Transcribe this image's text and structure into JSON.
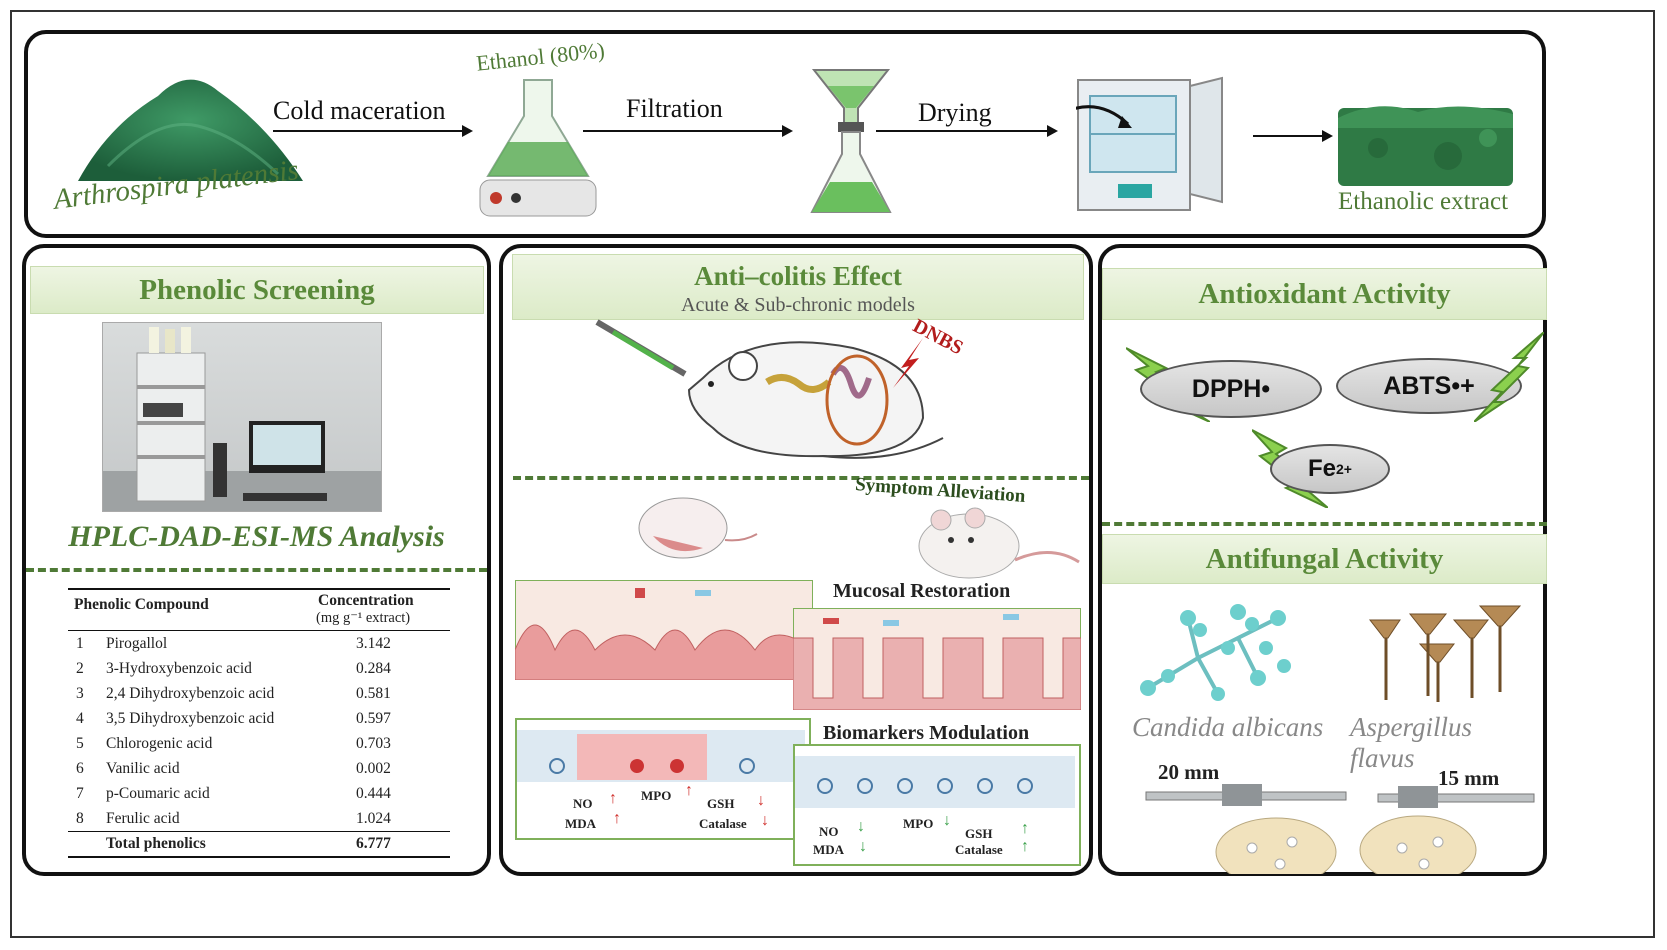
{
  "top": {
    "source_label": "Arthrospira platensis",
    "solvent_label": "Ethanol (80%)",
    "steps": [
      "Cold maceration",
      "Filtration",
      "Drying"
    ],
    "product_label": "Ethanolic extract"
  },
  "phenolic": {
    "title": "Phenolic Screening",
    "method": "HPLC-DAD-ESI-MS Analysis",
    "table": {
      "col1": "Phenolic Compound",
      "col2": "Concentration",
      "col2_unit": "(mg g⁻¹ extract)",
      "rows": [
        {
          "n": "1",
          "name": "Pirogallol",
          "value": "3.142"
        },
        {
          "n": "2",
          "name": "3-Hydroxybenzoic acid",
          "value": "0.284"
        },
        {
          "n": "3",
          "name": "2,4 Dihydroxybenzoic acid",
          "value": "0.581"
        },
        {
          "n": "4",
          "name": "3,5 Dihydroxybenzoic acid",
          "value": "0.597"
        },
        {
          "n": "5",
          "name": "Chlorogenic acid",
          "value": "0.703"
        },
        {
          "n": "6",
          "name": "Vanilic acid",
          "value": "0.002"
        },
        {
          "n": "7",
          "name": "p-Coumaric acid",
          "value": "0.444"
        },
        {
          "n": "8",
          "name": "Ferulic acid",
          "value": "1.024"
        }
      ],
      "total_label": "Total phenolics",
      "total_value": "6.777"
    }
  },
  "colitis": {
    "title": "Anti–colitis Effect",
    "subtitle": "Acute & Sub-chronic models",
    "agent": "DNBS",
    "symptom": "Symptom Alleviation",
    "mucosal": "Mucosal Restoration",
    "biomarkers": "Biomarkers Modulation",
    "markers_left": {
      "no": "NO",
      "mda": "MDA",
      "mpo": "MPO",
      "gsh": "GSH",
      "catalase": "Catalase"
    },
    "markers_right": {
      "no": "NO",
      "mda": "MDA",
      "mpo": "MPO",
      "gsh": "GSH",
      "catalase": "Catalase"
    }
  },
  "antioxidant": {
    "title": "Antioxidant Activity",
    "assays": [
      "DPPH•",
      "ABTS•+",
      "Fe"
    ],
    "fe_sup": "2+"
  },
  "antifungal": {
    "title": "Antifungal Activity",
    "organisms": [
      "Candida albicans",
      "Aspergillus flavus"
    ],
    "zones": [
      "20 mm",
      "15 mm"
    ]
  },
  "colors": {
    "accent_green": "#4f7a36",
    "band_green": "#dcebc8",
    "spirulina": "#2e7d4f",
    "red_up": "#d0302c",
    "green_down": "#3aa14a"
  }
}
